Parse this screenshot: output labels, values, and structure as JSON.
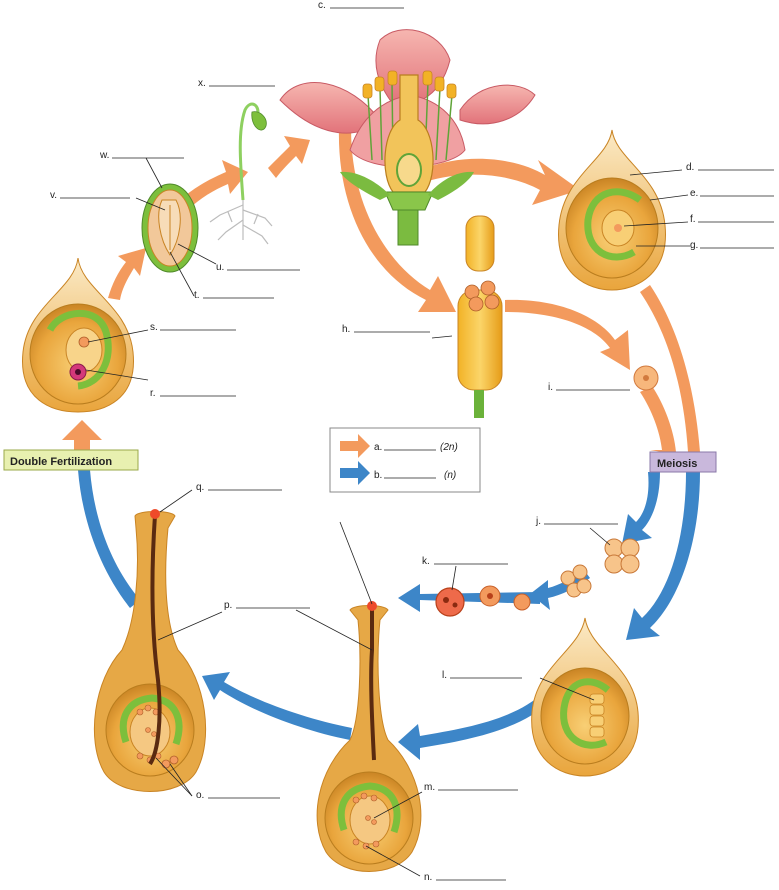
{
  "legend": {
    "items": [
      {
        "letter": "a.",
        "ploidy": "(2n)",
        "color": "#f39a5d"
      },
      {
        "letter": "b.",
        "ploidy": "(n)",
        "color": "#3d86c8"
      }
    ]
  },
  "tags": {
    "double_fertilization": "Double Fertilization",
    "meiosis": "Meiosis"
  },
  "labels": {
    "c": "c.",
    "d": "d.",
    "e": "e.",
    "f": "f.",
    "g": "g.",
    "h": "h.",
    "i": "i.",
    "j": "j.",
    "k": "k.",
    "l": "l.",
    "m": "m.",
    "n": "n.",
    "o": "o.",
    "p": "p.",
    "q": "q.",
    "r": "r.",
    "s": "s.",
    "t": "t.",
    "u": "u.",
    "v": "v.",
    "w": "w.",
    "x": "x."
  },
  "colors": {
    "diploid_arrow": "#f39a5d",
    "haploid_arrow": "#3d86c8",
    "ovule_body": "#e9a53c",
    "integument": "#7dbf3c",
    "double_fertilization_bg": "#e8f0b0",
    "meiosis_bg": "#c9b8dc"
  }
}
